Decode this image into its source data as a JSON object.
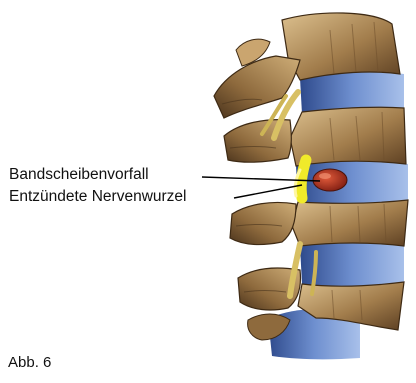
{
  "figure": {
    "labels": {
      "disc_herniation": "Bandscheibenvorfall",
      "inflamed_nerve_root": "Entzündete Nervenwurzel"
    },
    "caption": "Abb. 6"
  },
  "colors": {
    "bone_light": "#c9a977",
    "bone_mid": "#a27d4c",
    "bone_dark": "#5c3f22",
    "disc_blue": "#4f6fb4",
    "disc_light": "#9fb8e2",
    "nerve": "#d8c064",
    "nerve_inflamed": "#f0ea2a",
    "herniation_red": "#a8281c"
  }
}
